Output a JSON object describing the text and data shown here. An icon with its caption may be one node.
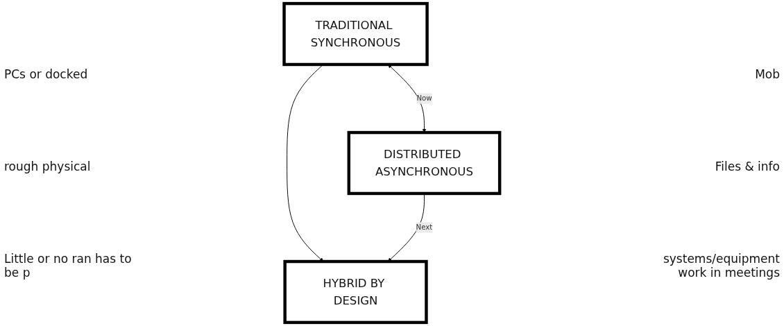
{
  "diagram": {
    "nodes": [
      {
        "text": [
          "TRADITIONAL SYNCHRONOUS"
        ]
      },
      {
        "text": [
          "DISTRIBUTED ASYNCHRONOUS"
        ]
      },
      {
        "text": [
          "HYBRID BY DESIGN"
        ]
      }
    ],
    "edges": [
      {
        "from": 0,
        "to": 1,
        "arrow": "both",
        "label": "Now"
      },
      {
        "from": 0,
        "to": 2,
        "arrow": "to"
      },
      {
        "from": 1,
        "to": 2,
        "arrow": "to",
        "label": "Next"
      }
    ],
    "labels": [
      "PCs or docked",
      "Mob",
      "rough physical",
      "Files & info",
      "Little or no ran has to be p",
      "systems/equipment work in meetings"
    ]
  }
}
